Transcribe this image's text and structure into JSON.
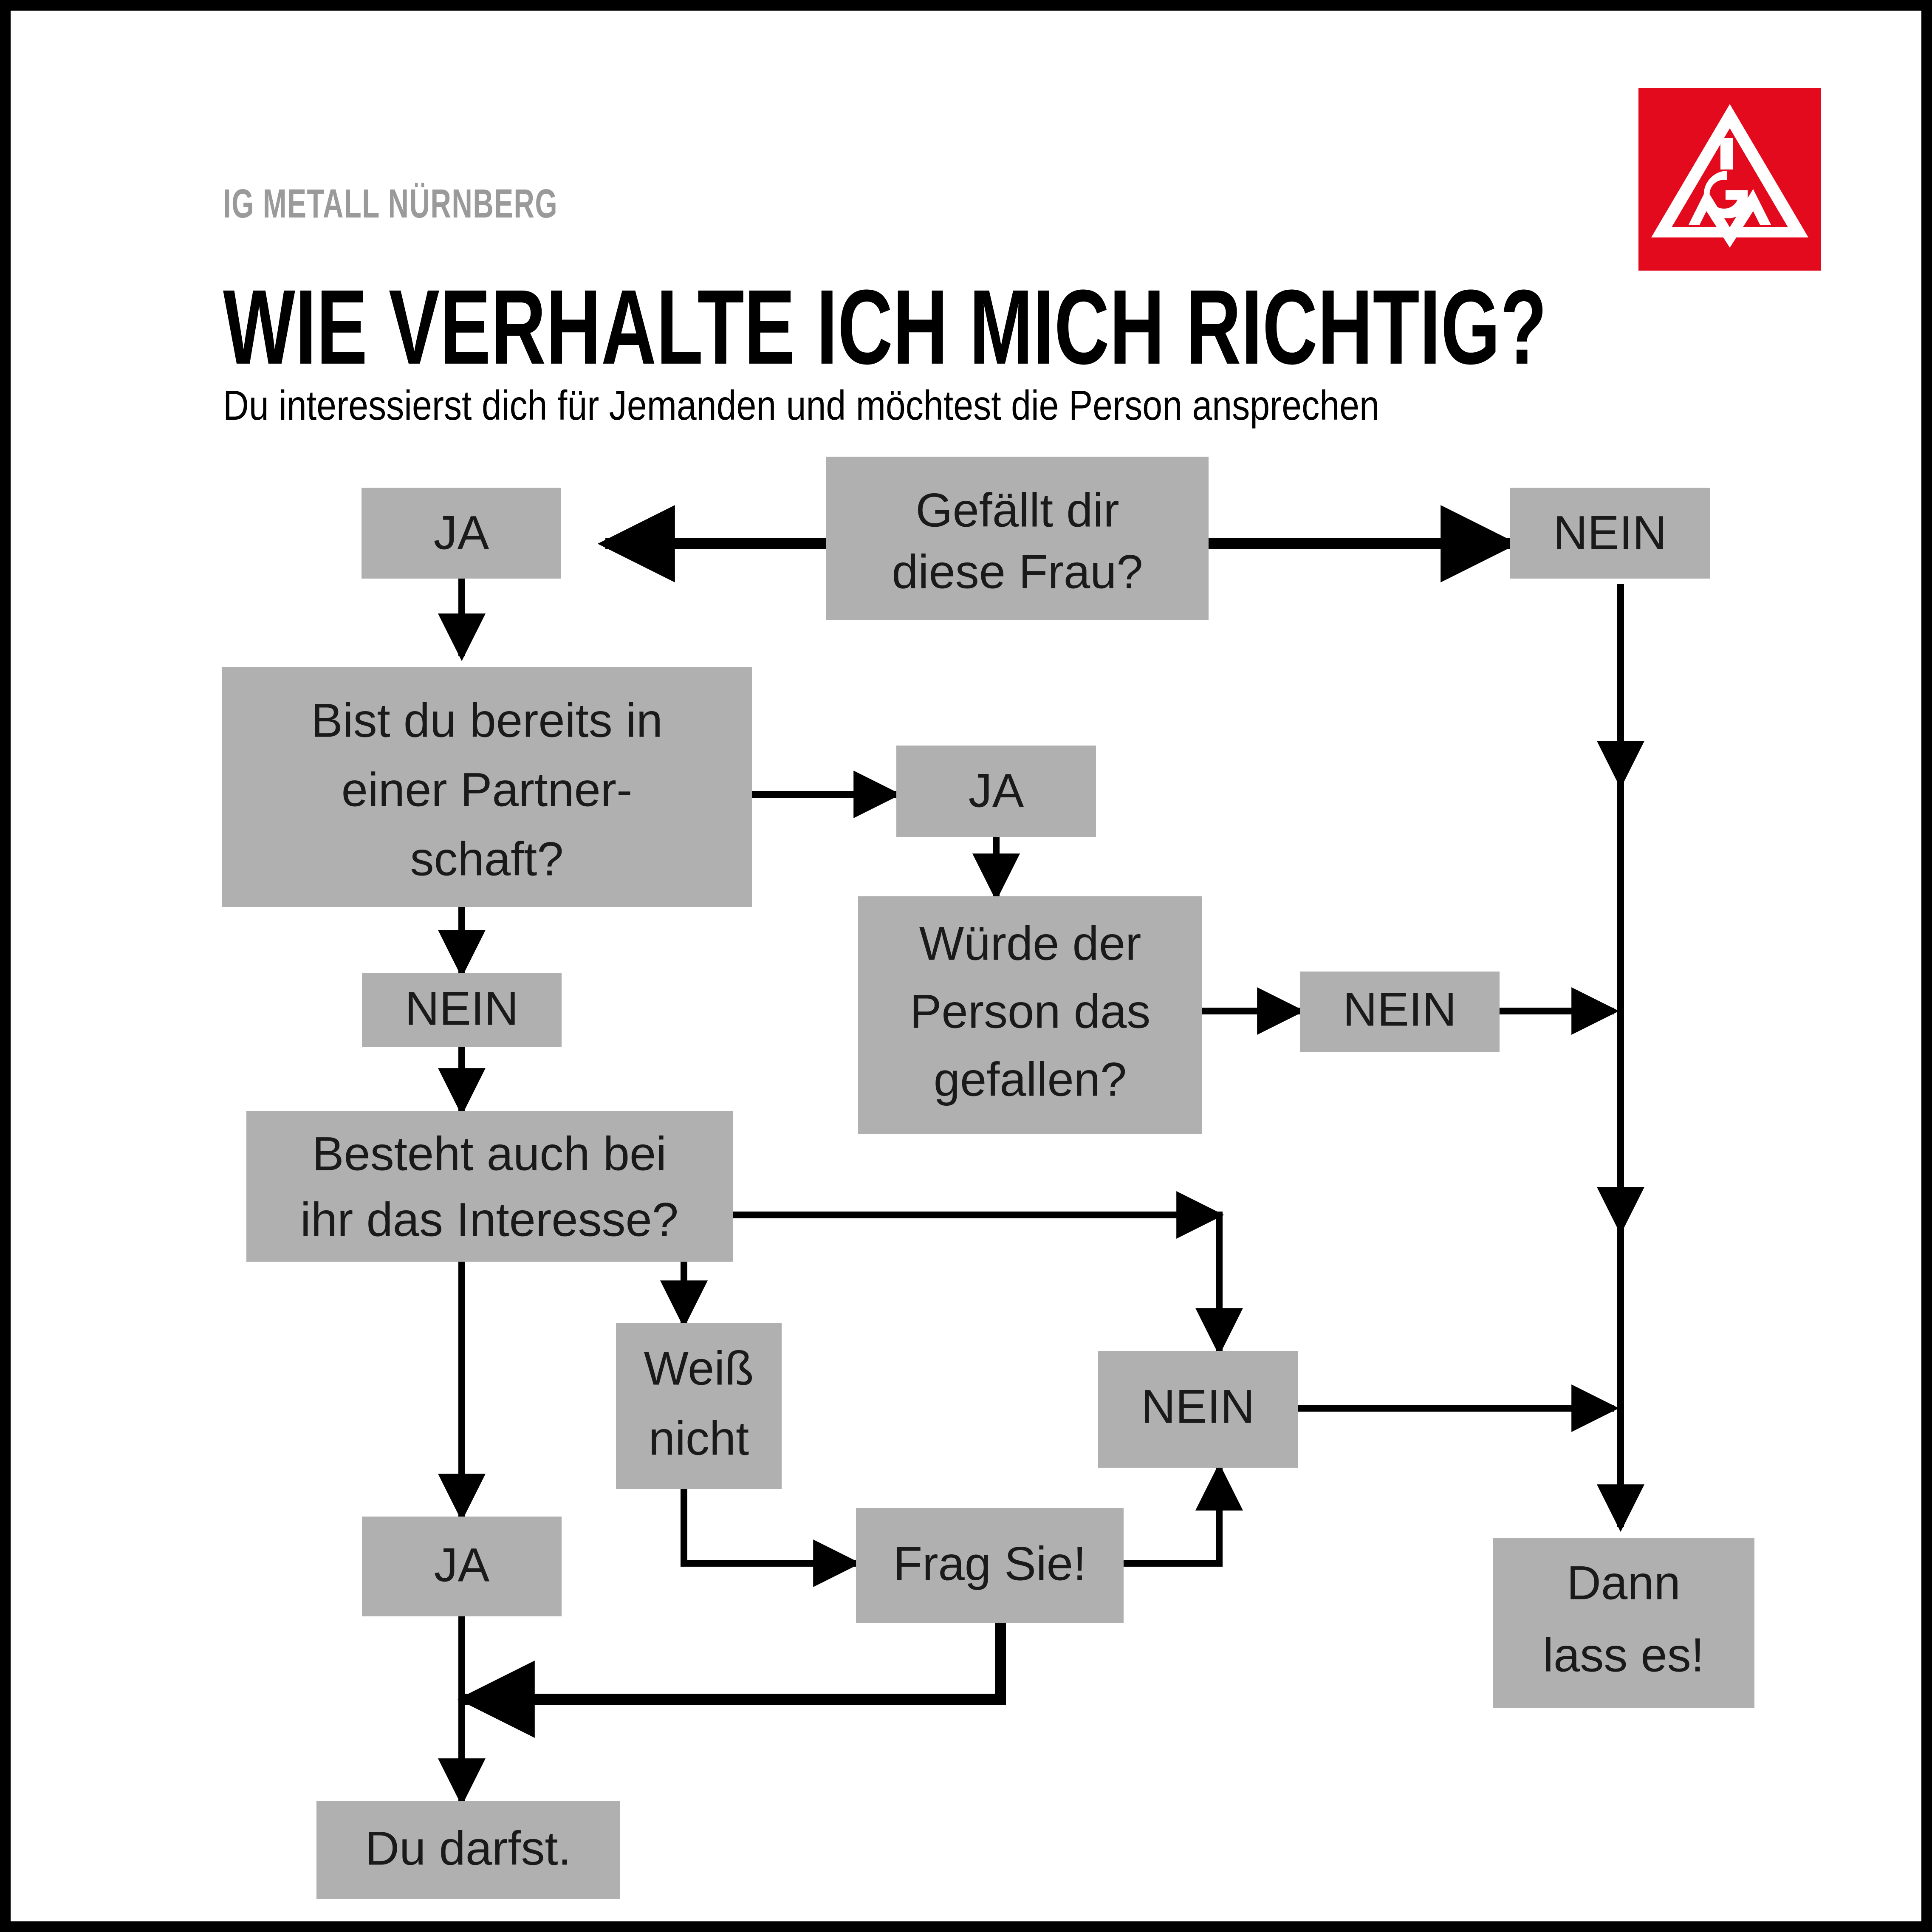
{
  "poster": {
    "background_color": "#ffffff",
    "border_color": "#000000",
    "node_fill": "#b0b0b0",
    "accent_red": "#e30a1e",
    "kicker": "IG METALL NÜRNBERG",
    "headline": "WIE VERHALTE ICH MICH RICHTIG?",
    "subline": "Du interessierst dich für Jemanden und möchtest die Person ansprechen",
    "logo_name": "ig-metall-logo",
    "logo_letters": "IGM"
  },
  "chart_data": {
    "type": "diagram",
    "title": "WIE VERHALTE ICH MICH RICHTIG?",
    "subtitle": "Du interessierst dich für Jemanden und möchtest die Person ansprechen",
    "nodes": [
      {
        "id": "q1",
        "label": "Gefällt dir diese Frau?",
        "lines": [
          "Gefällt dir",
          "diese Frau?"
        ],
        "kind": "question"
      },
      {
        "id": "ja1",
        "label": "JA",
        "lines": [
          "JA"
        ],
        "kind": "answer"
      },
      {
        "id": "nein1",
        "label": "NEIN",
        "lines": [
          "NEIN"
        ],
        "kind": "answer"
      },
      {
        "id": "q2",
        "label": "Bist du bereits in einer Partnerschaft?",
        "lines": [
          "Bist du bereits in",
          "einer Partner-",
          "schaft?"
        ],
        "kind": "question"
      },
      {
        "id": "ja2",
        "label": "JA",
        "lines": [
          "JA"
        ],
        "kind": "answer"
      },
      {
        "id": "nein2",
        "label": "NEIN",
        "lines": [
          "NEIN"
        ],
        "kind": "answer"
      },
      {
        "id": "q3",
        "label": "Würde der Person das gefallen?",
        "lines": [
          "Würde der",
          "Person das",
          "gefallen?"
        ],
        "kind": "question"
      },
      {
        "id": "nein3",
        "label": "NEIN",
        "lines": [
          "NEIN"
        ],
        "kind": "answer"
      },
      {
        "id": "q4",
        "label": "Besteht auch bei ihr das Interesse?",
        "lines": [
          "Besteht auch bei",
          "ihr das Interesse?"
        ],
        "kind": "question"
      },
      {
        "id": "weiss",
        "label": "Weiß nicht",
        "lines": [
          "Weiß",
          "nicht"
        ],
        "kind": "answer"
      },
      {
        "id": "nein4",
        "label": "NEIN",
        "lines": [
          "NEIN"
        ],
        "kind": "answer"
      },
      {
        "id": "ja3",
        "label": "JA",
        "lines": [
          "JA"
        ],
        "kind": "answer"
      },
      {
        "id": "frag",
        "label": "Frag Sie!",
        "lines": [
          "Frag Sie!"
        ],
        "kind": "action"
      },
      {
        "id": "dann",
        "label": "Dann lass es!",
        "lines": [
          "Dann",
          "lass es!"
        ],
        "kind": "result"
      },
      {
        "id": "darfst",
        "label": "Du darfst.",
        "lines": [
          "Du darfst."
        ],
        "kind": "result"
      }
    ],
    "edges": [
      {
        "from": "q1",
        "to": "ja1",
        "label": ""
      },
      {
        "from": "q1",
        "to": "nein1",
        "label": ""
      },
      {
        "from": "ja1",
        "to": "q2",
        "label": ""
      },
      {
        "from": "q2",
        "to": "ja2",
        "label": ""
      },
      {
        "from": "q2",
        "to": "nein2",
        "label": ""
      },
      {
        "from": "ja2",
        "to": "q3",
        "label": ""
      },
      {
        "from": "q3",
        "to": "nein3",
        "label": ""
      },
      {
        "from": "nein3",
        "to": "dann",
        "label": ""
      },
      {
        "from": "nein1",
        "to": "dann",
        "label": ""
      },
      {
        "from": "nein2",
        "to": "q4",
        "label": ""
      },
      {
        "from": "q4",
        "to": "nein4",
        "label": ""
      },
      {
        "from": "q4",
        "to": "weiss",
        "label": ""
      },
      {
        "from": "q4",
        "to": "ja3",
        "label": ""
      },
      {
        "from": "weiss",
        "to": "frag",
        "label": ""
      },
      {
        "from": "frag",
        "to": "nein4",
        "label": ""
      },
      {
        "from": "frag",
        "to": "darfst",
        "label": ""
      },
      {
        "from": "nein4",
        "to": "dann",
        "label": ""
      },
      {
        "from": "ja3",
        "to": "darfst",
        "label": ""
      }
    ]
  }
}
